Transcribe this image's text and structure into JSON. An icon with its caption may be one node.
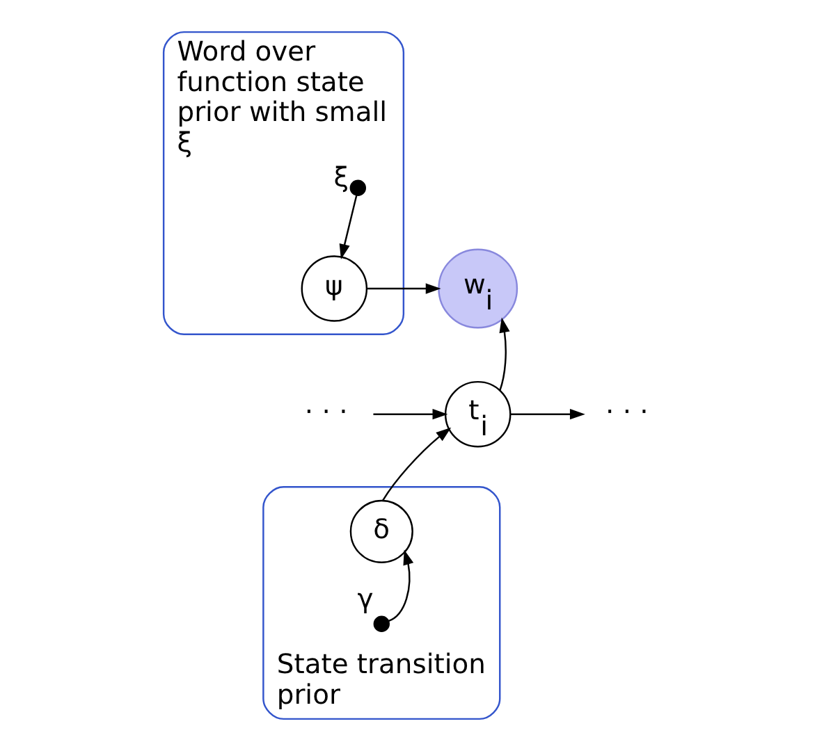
{
  "diagram": {
    "nodes": [
      {
        "text": [
          "Word over function state prior with small ξ"
        ]
      },
      {
        "text": [],
        "shape": "dot",
        "beside": [
          "ξ"
        ],
        "in": 0
      },
      {
        "text": [
          "ψ"
        ],
        "in": 0
      },
      {
        "text": [
          "w$_{i}$"
        ]
      },
      {
        "text": [
          "· · ·"
        ]
      },
      {
        "text": [
          "t$_{i}$"
        ]
      },
      {
        "text": [
          "· · ·"
        ]
      },
      {
        "text": [
          "State transition prior"
        ]
      },
      {
        "text": [
          "δ"
        ],
        "in": 7
      },
      {
        "text": [],
        "shape": "dot",
        "beside": [
          "γ"
        ],
        "in": 7
      }
    ],
    "edges": [
      {
        "from": 1,
        "to": 2,
        "arrow": "to"
      },
      {
        "from": 2,
        "to": 3,
        "arrow": "to"
      },
      {
        "from": 5,
        "to": 3,
        "arrow": "to"
      },
      {
        "from": 4,
        "to": 5,
        "arrow": "to"
      },
      {
        "from": 5,
        "to": 6,
        "arrow": "to"
      },
      {
        "from": 8,
        "to": 5,
        "arrow": "to"
      },
      {
        "from": 9,
        "to": 8,
        "arrow": "to"
      }
    ]
  }
}
